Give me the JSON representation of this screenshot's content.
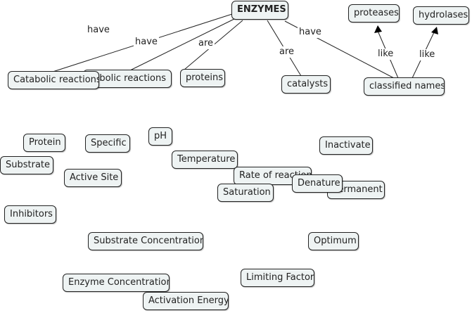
{
  "map": {
    "root": "ENZYMES",
    "catabolic": "Catabolic reactions",
    "anabolic": "abolic reactions",
    "proteins": "proteins",
    "catalysts": "catalysts",
    "classified": "classified names",
    "proteases": "proteases",
    "hydrolases": "hydrolases"
  },
  "links": {
    "have1": "have",
    "have2": "have",
    "are1": "are",
    "are2": "are",
    "have3": "have",
    "like1": "like",
    "like2": "like"
  },
  "loose": {
    "protein": "Protein",
    "specific": "Specific",
    "ph": "pH",
    "substrate": "Substrate",
    "active_site": "Active Site",
    "temperature": "Temperature",
    "rate": "Rate of reaction",
    "denature": "Denature",
    "permanent": "Permanent",
    "saturation": "Saturation",
    "inactivate": "Inactivate",
    "inhibitors": "Inhibitors",
    "substrate_conc": "Substrate Concentration",
    "optimum": "Optimum",
    "limiting": "Limiting Factor",
    "enzyme_conc": "Enzyme Concentration",
    "activation": "Activation Energy"
  }
}
